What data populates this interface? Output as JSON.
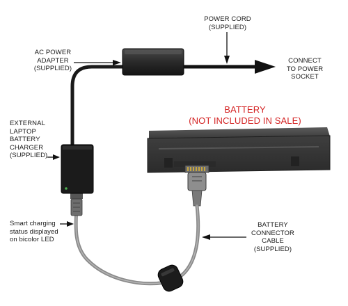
{
  "labels": {
    "power_cord": [
      "POWER CORD",
      "(SUPPLIED)"
    ],
    "ac_adapter": [
      "AC POWER",
      "ADAPTER",
      "(SUPPLIED)"
    ],
    "connect": [
      "CONNECT",
      "TO POWER",
      "SOCKET"
    ],
    "battery": [
      "BATTERY",
      "(NOT INCLUDED IN SALE)"
    ],
    "charger": [
      "EXTERNAL",
      "LAPTOP",
      "BATTERY",
      "CHARGER",
      "(SUPPLIED)"
    ],
    "led_note": [
      "Smart charging",
      "status displayed",
      "on bicolor LED"
    ],
    "cable": [
      "BATTERY",
      "CONNECTOR",
      "CABLE",
      "(SUPPLIED)"
    ]
  },
  "colors": {
    "label_text": "#1a1a1a",
    "battery_label": "#d42323",
    "device_body": "#1b1b1b",
    "battery_body": "#3e3e3e",
    "cable_gray": "#8a8a8a"
  }
}
